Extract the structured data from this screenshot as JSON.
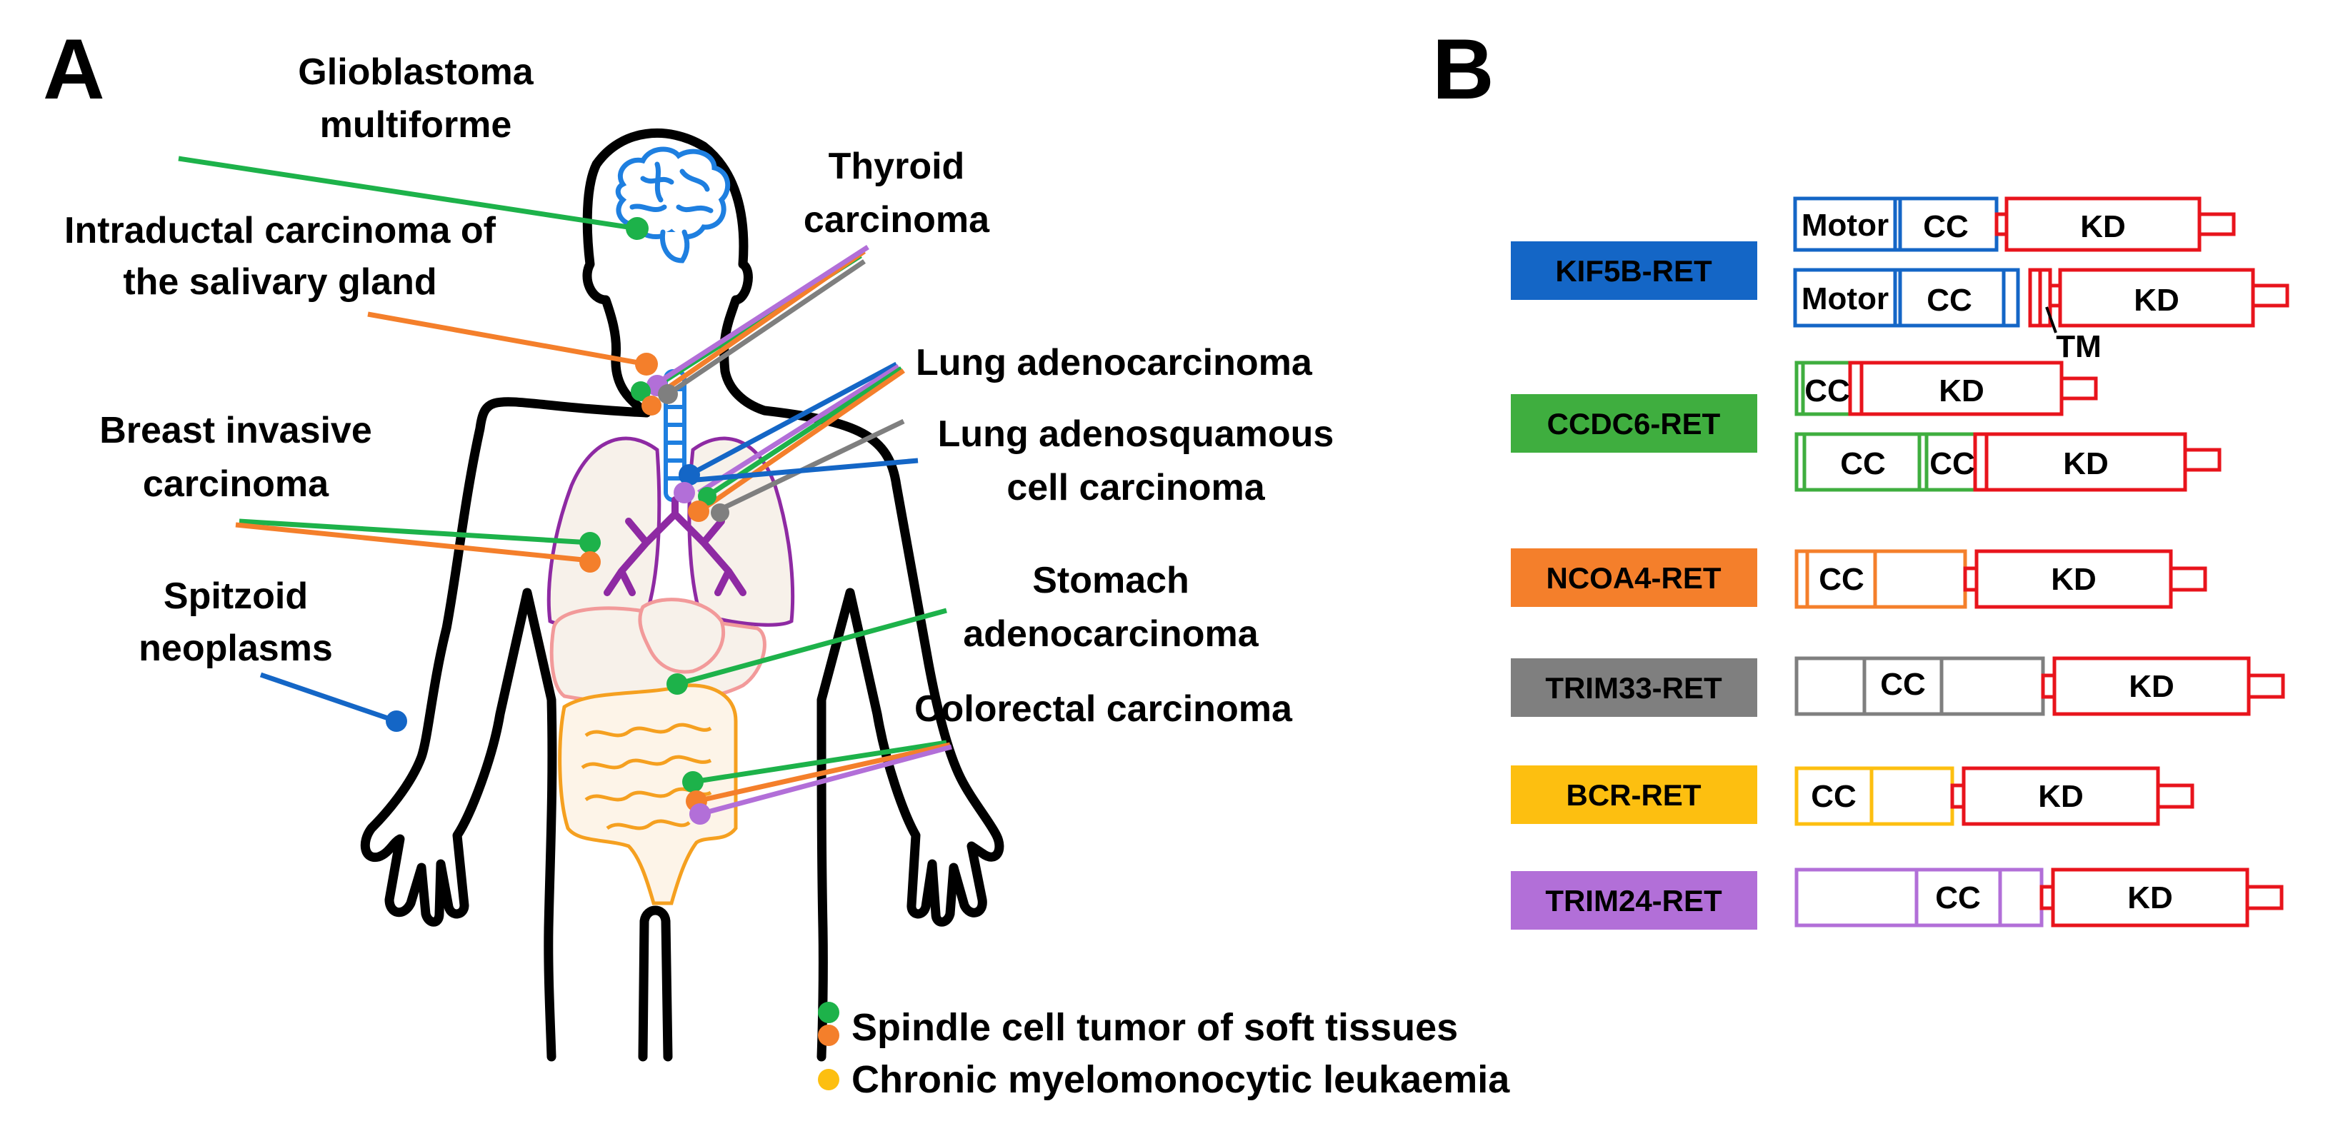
{
  "panel_a": {
    "letter": "A",
    "labels": {
      "glioblastoma": [
        "Glioblastoma",
        "multiforme"
      ],
      "salivary": [
        "Intraductal carcinoma of",
        "the salivary gland"
      ],
      "breast": [
        "Breast invasive",
        "carcinoma"
      ],
      "spitzoid": [
        "Spitzoid",
        "neoplasms"
      ],
      "thyroid": [
        "Thyroid",
        "carcinoma"
      ],
      "lung_adeno": [
        "Lung adenocarcinoma"
      ],
      "lung_adenosquamous": [
        "Lung adenosquamous",
        "cell carcinoma"
      ],
      "stomach": [
        "Stomach",
        "adenocarcinoma"
      ],
      "colorectal": [
        "Colorectal carcinoma"
      ]
    },
    "legend": {
      "spindle": "Spindle cell tumor of soft tissues",
      "cml": "Chronic myelomonocytic leukaemia"
    },
    "dot_colors": {
      "KIF5B": "#1466c6",
      "CCDC6": "#1db24a",
      "NCOA4": "#f47f2b",
      "TRIM33": "#7f7f7f",
      "BCR": "#fdbf10",
      "TRIM24": "#b26fd8"
    }
  },
  "panel_b": {
    "letter": "B",
    "fusions": [
      {
        "name": "KIF5B-RET",
        "color": "#1466c6",
        "text_color": "#000000"
      },
      {
        "name": "CCDC6-RET",
        "color": "#3fae3f",
        "text_color": "#000000"
      },
      {
        "name": "NCOA4-RET",
        "color": "#f47f2b",
        "text_color": "#000000"
      },
      {
        "name": "TRIM33-RET",
        "color": "#7f7f7f",
        "text_color": "#000000"
      },
      {
        "name": "BCR-RET",
        "color": "#fdbf10",
        "text_color": "#000000"
      },
      {
        "name": "TRIM24-RET",
        "color": "#b26fd8",
        "text_color": "#000000"
      }
    ],
    "domains": {
      "motor": "Motor",
      "cc": "CC",
      "kd": "KD",
      "tm": "TM"
    },
    "ret_color": "#e8141c"
  }
}
